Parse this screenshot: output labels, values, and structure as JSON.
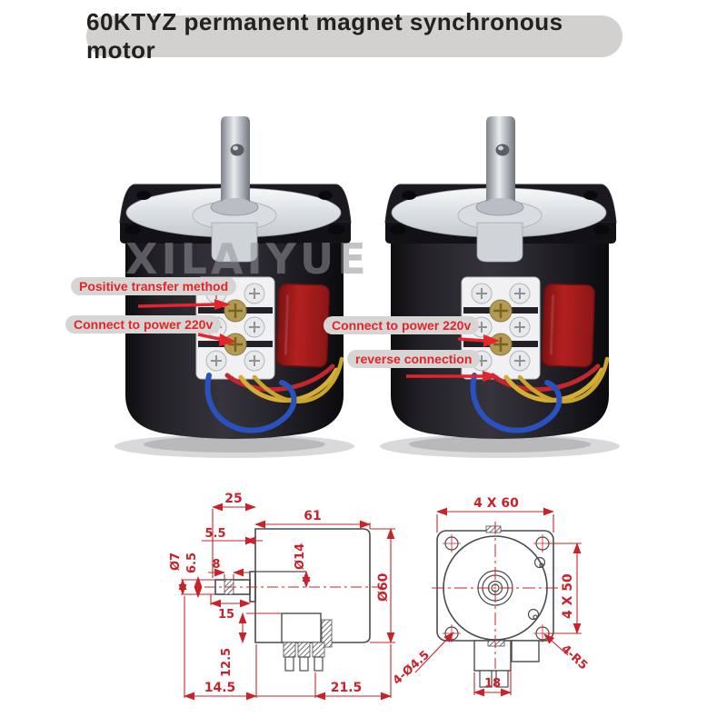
{
  "banner": {
    "title": "60KTYZ permanent magnet synchronous motor"
  },
  "watermark": {
    "text": "XILAIYUE"
  },
  "annotations": {
    "left": {
      "label1": "Positive transfer method",
      "label2": "Connect to power 220v"
    },
    "right": {
      "label1": "Connect to power 220v",
      "label2": "reverse connection"
    }
  },
  "drawing": {
    "side": {
      "d25": "25",
      "d61": "61",
      "d5_5": "5.5",
      "d7": "Ø7",
      "d6_5": "6.5",
      "d8": "8",
      "d14": "Ø14",
      "d60": "Ø60",
      "d15": "15",
      "d12_5": "12.5",
      "d14_5": "14.5",
      "d21_5": "21.5"
    },
    "front": {
      "d4x60": "4 X 60",
      "d4x50": "4 X 50",
      "d18": "18",
      "d4d45": "4-Ø4.5",
      "d4r5": "4-R5"
    }
  },
  "colors": {
    "dimension_red": "#c8232a",
    "annotation_red": "#e3242b",
    "pill_gray": "#d6d5d3",
    "banner_gray": "#d2d1cf"
  }
}
